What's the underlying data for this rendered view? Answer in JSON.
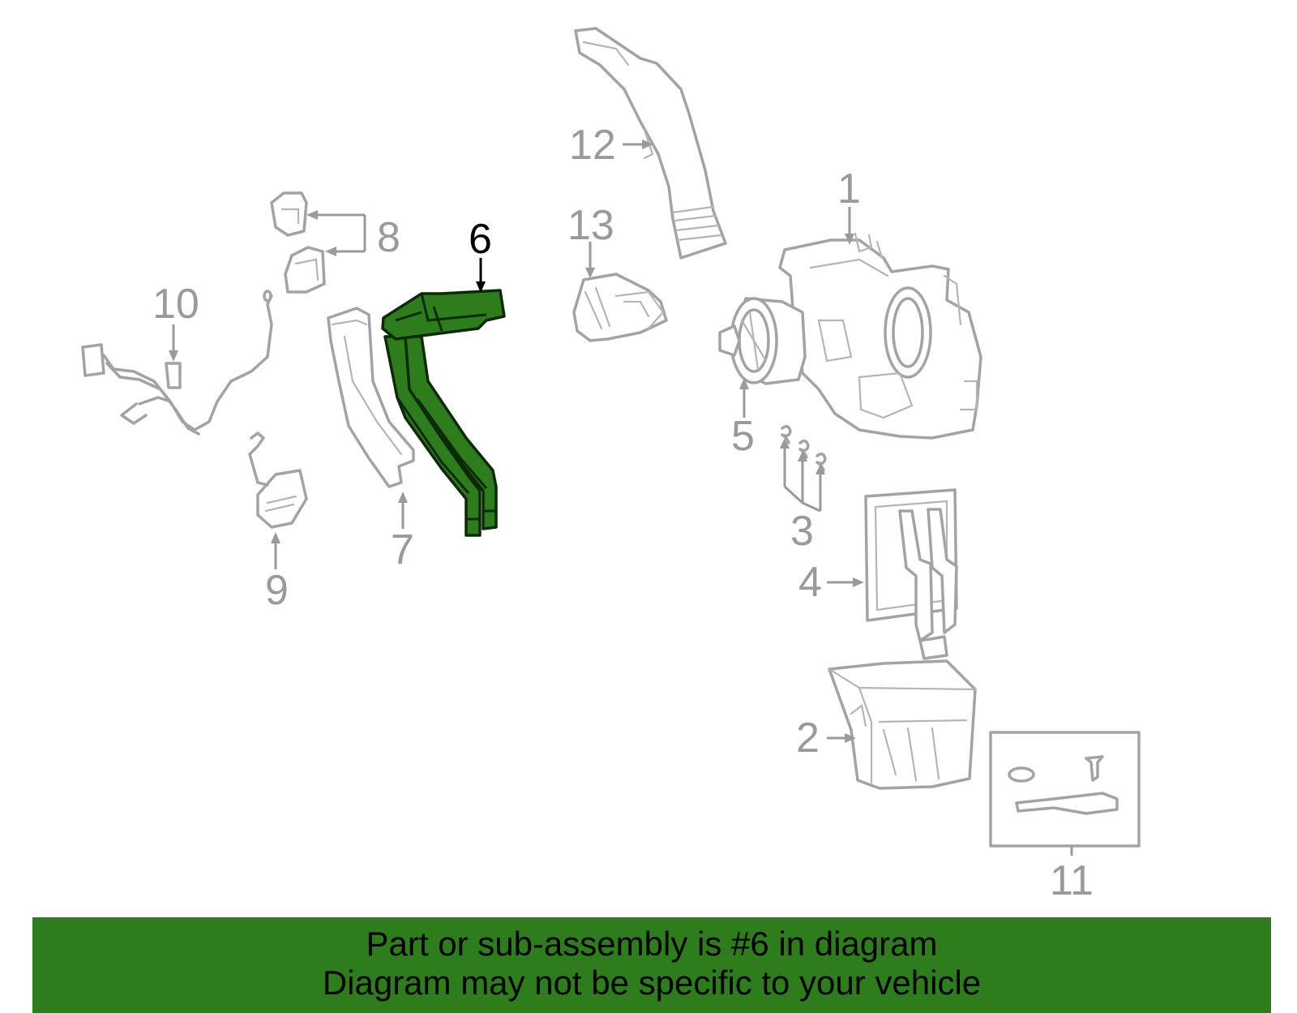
{
  "banner": {
    "line1": "Part or sub-assembly is #6 in diagram",
    "line2": "Diagram may not be specific to your vehicle"
  },
  "callouts": {
    "c1": "1",
    "c2": "2",
    "c3": "3",
    "c4": "4",
    "c5": "5",
    "c6": "6",
    "c7": "7",
    "c8": "8",
    "c9": "9",
    "c10": "10",
    "c11": "11",
    "c12": "12",
    "c13": "13"
  },
  "colors": {
    "banner_bg": "#2e7d1c",
    "highlight_fill": "#2e7d1c",
    "part_stroke": "#a3a3a3",
    "callout_inactive": "#9a9a9a",
    "callout_active": "#000000"
  },
  "highlighted_part": "6"
}
